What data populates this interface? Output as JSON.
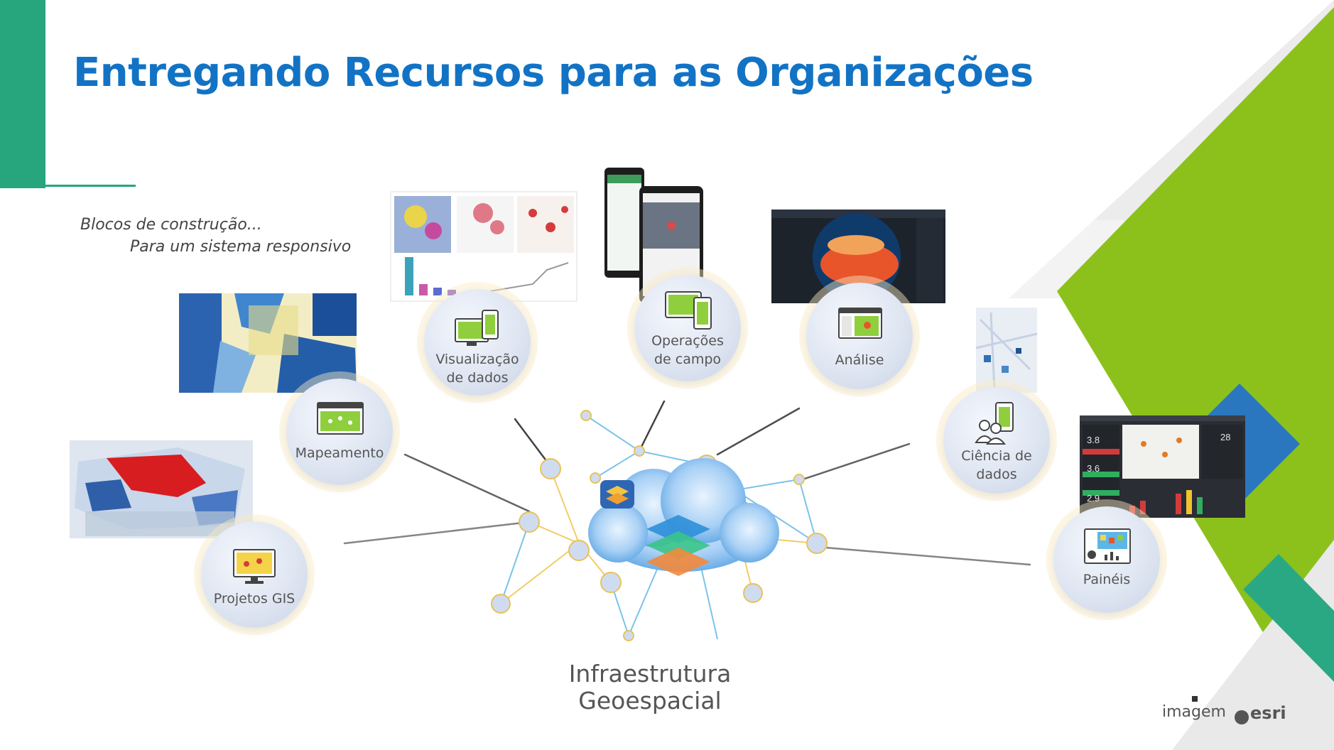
{
  "slide": {
    "title": "Entregando Recursos para as Organizações",
    "subtitle_line1": "Blocos de construção...",
    "subtitle_line2": "Para um sistema responsivo"
  },
  "center": {
    "label_line1": "Infraestrutura",
    "label_line2": "Geoespacial"
  },
  "nodes": [
    {
      "label": "Projetos  GIS",
      "icon": "monitor-map-icon"
    },
    {
      "label": "Mapeamento",
      "icon": "map-window-icon"
    },
    {
      "label_line1": "Visualização",
      "label_line2": "de dados",
      "icon": "desktop-devices-icon"
    },
    {
      "label_line1": "Operações",
      "label_line2": "de campo",
      "icon": "tablet-phone-icon"
    },
    {
      "label": "Análise",
      "icon": "analysis-window-icon"
    },
    {
      "label_line1": "Ciência de",
      "label_line2": "dados",
      "icon": "people-phone-icon"
    },
    {
      "label": "Painéis",
      "icon": "dashboard-icon"
    }
  ],
  "dashboard_thumb": {
    "kpi1": "3.8",
    "kpi2": "3.6",
    "kpi3": "2.9",
    "kpi4": "28"
  },
  "logos": {
    "imagem": "imagem",
    "esri": "esri"
  },
  "colors": {
    "title": "#1273c5",
    "green_bar": "#27a57c",
    "lime": "#8cc11c",
    "teal": "#2aa883",
    "blue": "#1f6fd1"
  }
}
